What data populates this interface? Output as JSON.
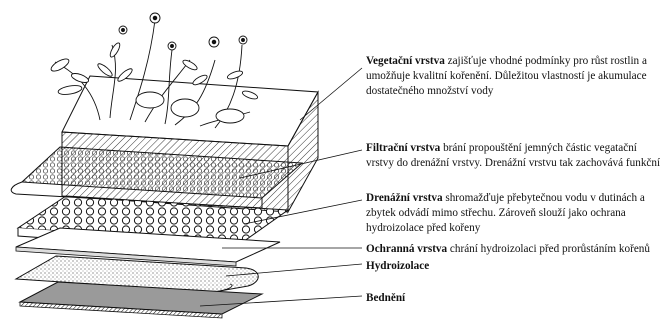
{
  "layers": [
    {
      "id": "vegetation",
      "name": "Vegetační vrstva",
      "desc": " zajišťuje vhodné podmínky pro růst rostlin a umožňuje kvalitní kořenění. Důležitou vlastností je akumulace dostatečného množství vody"
    },
    {
      "id": "filter",
      "name": "Filtrační vrstva",
      "desc": " brání propouštění jemných částic vegatační vrstvy do drenážní vrstvy. Drenážní vrstvu tak zachovává funkční"
    },
    {
      "id": "drainage",
      "name": "Drenážní vrstva",
      "desc": " shromažďuje přebytečnou vodu v dutinách a zbytek odvádí mimo střechu. Zároveň slouží jako ochrana hydroizolace před kořeny"
    },
    {
      "id": "protective",
      "name": "Ochranná vrstva",
      "desc": " chrání hydroizolaci před prorůstáním kořenů"
    },
    {
      "id": "waterproofing",
      "name": "Hydroizolace",
      "desc": ""
    },
    {
      "id": "formwork",
      "name": "Bednění",
      "desc": ""
    }
  ]
}
